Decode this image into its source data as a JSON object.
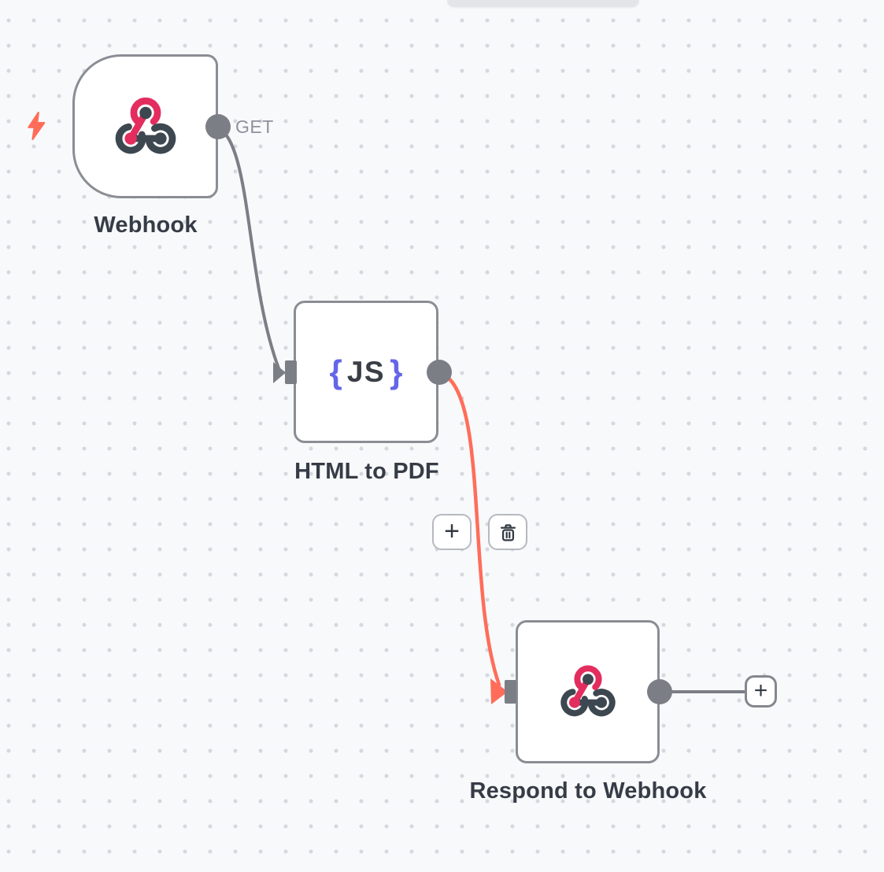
{
  "canvas": {
    "background": "#f7f9fb",
    "dot_color": "#d5d8dd",
    "top_toolbar_fragment_visible": true
  },
  "workflow": {
    "nodes": [
      {
        "id": "webhook",
        "label": "Webhook",
        "kind": "trigger",
        "icon": "webhook-icon",
        "output_label": "GET",
        "has_trigger_bolt": true
      },
      {
        "id": "html-to-pdf",
        "label": "HTML to PDF",
        "kind": "code",
        "icon": "js-code-icon",
        "icon_open_brace": "{",
        "icon_text": "JS",
        "icon_close_brace": "}"
      },
      {
        "id": "respond-to-webhook",
        "label": "Respond to Webhook",
        "kind": "action",
        "icon": "webhook-icon"
      }
    ],
    "connections": [
      {
        "from": "webhook",
        "output": "GET",
        "to": "html-to-pdf",
        "state": "default",
        "color": "#7b7e85"
      },
      {
        "from": "html-to-pdf",
        "to": "respond-to-webhook",
        "state": "highlighted",
        "color": "#ff6d5a"
      },
      {
        "from": "respond-to-webhook",
        "to": "add-node-button",
        "state": "default",
        "color": "#7b7e85"
      }
    ],
    "connection_toolbar": {
      "add_label": "+",
      "delete_icon": "trash-icon"
    },
    "add_node_button_label": "+"
  },
  "colors": {
    "node_border": "#8a8d93",
    "connector_gray": "#7b7e85",
    "highlight_coral": "#ff6d5a",
    "webhook_pink": "#e32d5e",
    "webhook_dark": "#3d4750",
    "code_brace_purple": "#6366e8",
    "code_text_dark": "#3a3f47",
    "label_text": "#363c46",
    "get_text": "#8e929a",
    "button_border": "#b6b9bf"
  }
}
